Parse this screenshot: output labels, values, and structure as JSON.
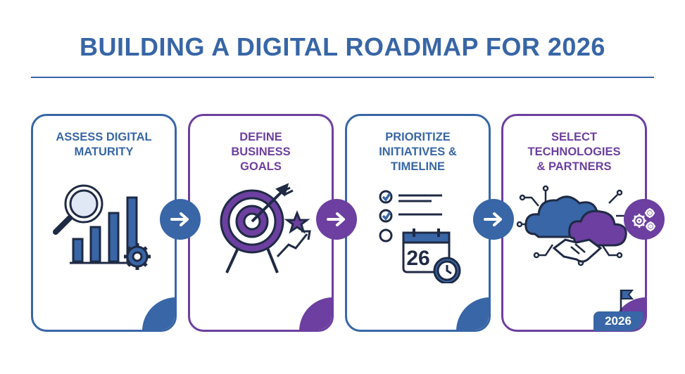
{
  "title": "BUILDING A DIGITAL ROADMAP FOR 2026",
  "colors": {
    "blue": "#3866a6",
    "purple": "#6c3fa0",
    "dark": "#1f2a44"
  },
  "steps": [
    {
      "label": "ASSESS DIGITAL\nMATURITY",
      "icon": "magnifier-bar-chart-gear-icon",
      "color": "blue"
    },
    {
      "label": "DEFINE\nBUSINESS\nGOALS",
      "icon": "target-arrow-icon",
      "color": "purple"
    },
    {
      "label": "PRIORITIZE\nINITIATIVES &\nTIMELINE",
      "icon": "checklist-calendar-clock-icon",
      "color": "blue"
    },
    {
      "label": "SELECT\nTECHNOLOGIES\n& PARTNERS",
      "icon": "cloud-handshake-icon",
      "color": "purple"
    }
  ],
  "calendar_day": "26",
  "year_badge": "2026"
}
